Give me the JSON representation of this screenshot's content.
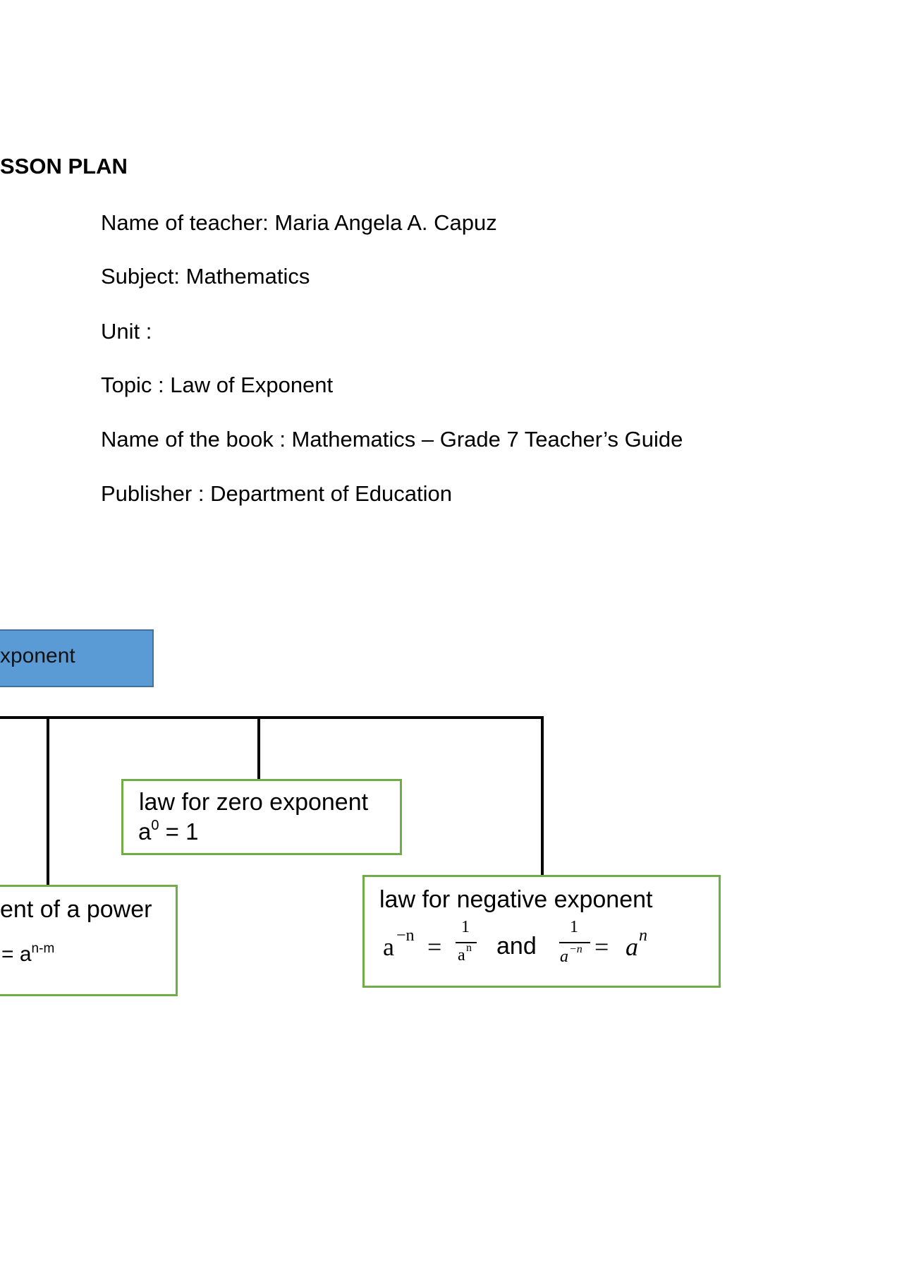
{
  "heading": "SSON PLAN",
  "info": {
    "teacher": "Name of teacher: Maria Angela A. Capuz",
    "subject": "Subject: Mathematics",
    "unit": "Unit :",
    "topic": "Topic : Law of Exponent",
    "book": "Name of the book : Mathematics – Grade 7 Teacher’s Guide",
    "publisher": "Publisher : Department of Education"
  },
  "diagram": {
    "root_label": "xponent",
    "zero": {
      "title": "law for zero exponent",
      "base": "a",
      "exp": "0",
      "rest": " = 1"
    },
    "power": {
      "title": "ent of a power",
      "prefix": "= a",
      "exp": "n-m"
    },
    "negative": {
      "title": "law for negative exponent",
      "lhs_base": "a",
      "lhs_exp": "−n",
      "eq1": "=",
      "num1": "1",
      "den1_base": "a",
      "den1_exp": "n",
      "conj": "and",
      "num2": "1",
      "den2_base": "a",
      "den2_exp": "−n",
      "eq2": "=",
      "rhs_base": "a",
      "rhs_exp": "n"
    }
  },
  "colors": {
    "root_fill": "#5b9bd5",
    "root_border": "#41719c",
    "node_border": "#70ad47"
  }
}
